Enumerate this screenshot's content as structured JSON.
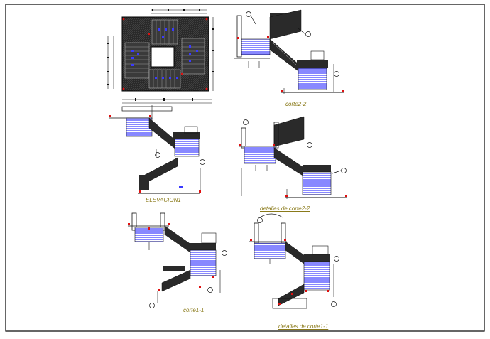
{
  "drawing": {
    "captions": {
      "corte2_2": "corte2-2",
      "elevacion1": "ELEVACION1",
      "detalles_corte2_2": "detalles de corte2-2",
      "corte1_1": "corte1-1",
      "detalles_corte1_1": "detalles de corte1-1"
    },
    "colors": {
      "background": "#ffffff",
      "border": "#000000",
      "linework": "#111111",
      "dark_fill": "#2a2a2a",
      "tread_blue": "#3a3aff",
      "marker_red": "#e01010",
      "caption": "#8a7a1a"
    }
  }
}
